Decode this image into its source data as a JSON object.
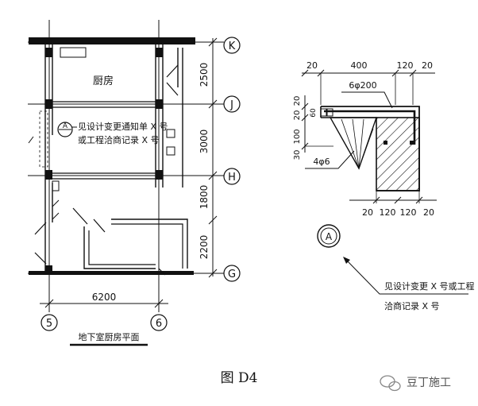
{
  "plan": {
    "axis_labels": [
      "K",
      "J",
      "H",
      "G"
    ],
    "column_labels": [
      "5",
      "6"
    ],
    "vertical_dims": [
      "2500",
      "3000",
      "1800",
      "2200"
    ],
    "horizontal_dim": "6200",
    "room_name": "厨房",
    "note_marker": "A",
    "note_line1": "见设计变更通知单 X 号",
    "note_line2": "或工程洽商记录 X 号",
    "title": "地下室厨房平面"
  },
  "detail": {
    "top_dims": [
      "20",
      "400",
      "120",
      "20"
    ],
    "rebar_top": "6φ200",
    "rebar_bottom": "4φ6",
    "side_dims": [
      "20",
      "20",
      "60",
      "100",
      "30"
    ],
    "bottom_dims": [
      "20",
      "120",
      "120",
      "20"
    ],
    "marker": "A",
    "note_line1": "见设计变更 X 号或工程",
    "note_line2": "洽商记录 X 号"
  },
  "figure_caption": "图 D4",
  "watermark": "豆丁施工",
  "colors": {
    "ink": "#111111",
    "background": "#ffffff"
  }
}
